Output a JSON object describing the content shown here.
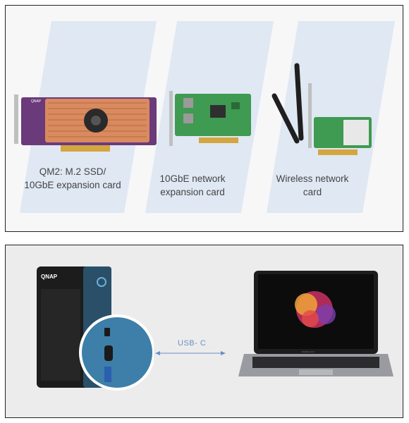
{
  "top_panel": {
    "cards": [
      {
        "caption_lines": [
          "QM2: M.2 SSD/",
          "10GbE expansion card"
        ],
        "brand": "QNAP"
      },
      {
        "caption_lines": [
          "10GbE network",
          "expansion card"
        ]
      },
      {
        "caption_lines": [
          "Wireless network",
          "card"
        ]
      }
    ]
  },
  "bottom_panel": {
    "nas_brand": "QNAP",
    "connection_label": "USB- C",
    "laptop_label": "MacBook Pro"
  },
  "colors": {
    "stripe": "#dfe8f3",
    "copper": "#d98a5e",
    "green_pcb": "#3f9a52",
    "nas_blue": "#3d7fa8",
    "usb_arrow": "#6a8fc7"
  }
}
